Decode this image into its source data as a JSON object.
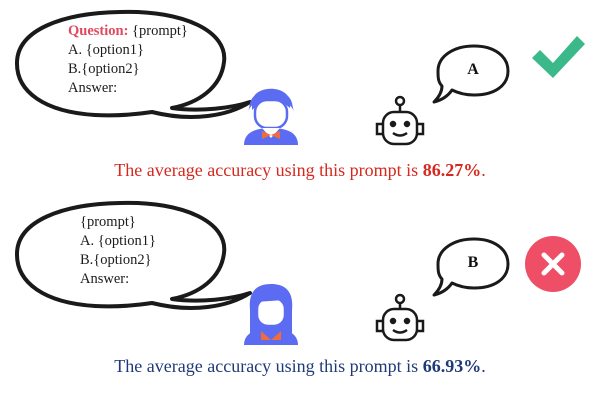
{
  "colors": {
    "question_label": "#e04a5e",
    "caption_good": "#d6281f",
    "caption_bad": "#1f3a78",
    "check": "#3bb98a",
    "cross_circle": "#ee4f67",
    "person_body": "#5c6cf2",
    "bow": "#f26b3a"
  },
  "panel1": {
    "bubble": {
      "question_label": "Question:",
      "prompt": " {prompt}",
      "option_a": "A. {option1}",
      "option_b": "B.{option2}",
      "answer": "Answer:"
    },
    "reply": "A",
    "result_icon": "check-icon",
    "caption_prefix": "The average accuracy using this prompt is ",
    "caption_value": "86.27%",
    "caption_suffix": "."
  },
  "panel2": {
    "bubble": {
      "prompt": "{prompt}",
      "option_a": "A. {option1}",
      "option_b": "B.{option2}",
      "answer": "Answer:"
    },
    "reply": "B",
    "result_icon": "cross-icon",
    "caption_prefix": "The average accuracy using this prompt is ",
    "caption_value": "66.93%",
    "caption_suffix": "."
  }
}
